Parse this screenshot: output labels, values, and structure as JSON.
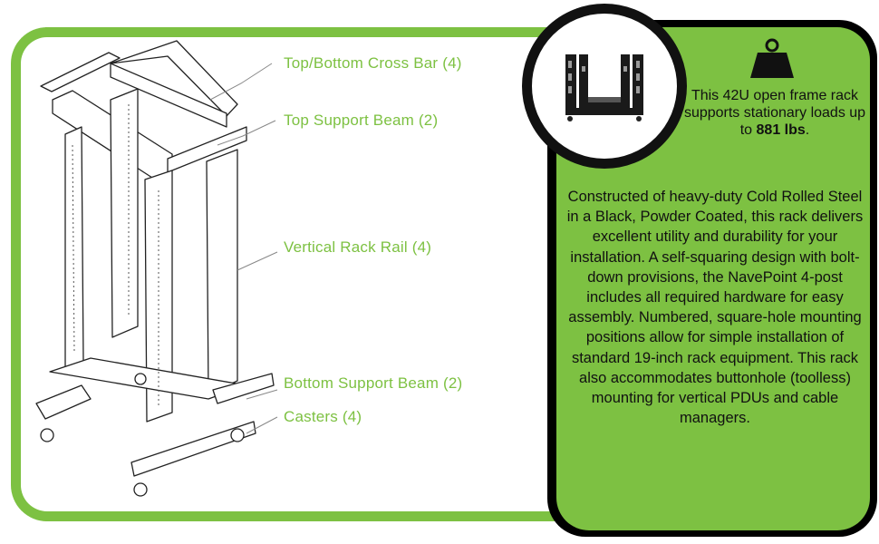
{
  "colors": {
    "accent": "#7dc142",
    "panel_border": "#111111",
    "text": "#111111"
  },
  "labels": {
    "cross_bar": "Top/Bottom Cross Bar (4)",
    "top_beam": "Top Support Beam (2)",
    "rail": "Vertical Rack Rail (4)",
    "bottom_beam": "Bottom Support Beam (2)",
    "casters": "Casters (4)"
  },
  "stat": {
    "before": "This 42U open frame rack supports stationary loads up to ",
    "value": "881 lbs",
    "after": "."
  },
  "icons": {
    "weight": "weight-icon",
    "rack_photo": "rack-photo"
  },
  "description": "Constructed of heavy-duty Cold Rolled Steel in a Black, Powder Coated, this rack delivers excellent utility and durability for your installation. A self-squaring design with bolt-down provisions, the NavePoint 4-post includes all required hardware for easy assembly. Numbered, square-hole mounting positions allow for simple installation of standard 19-inch rack equipment. This rack also accommodates buttonhole (toolless) mounting for vertical PDUs and cable managers."
}
